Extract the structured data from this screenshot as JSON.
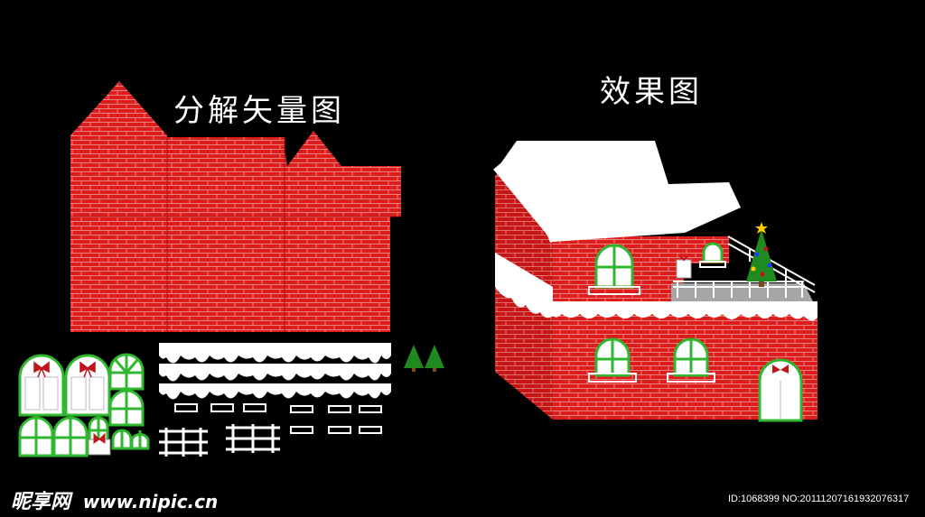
{
  "titles": {
    "exploded": "分解矢量图",
    "preview": "效果图"
  },
  "watermark": {
    "brand": "昵享网",
    "site": "www.nipic.cn",
    "id_text": "ID:1068399 NO:20111207161932076317"
  },
  "colors": {
    "background": "#000000",
    "brick": "#dd1c1c",
    "mortar": "#f2a0a0",
    "snow": "#ffffff",
    "window_frame": "#2fb82f",
    "tree": "#1f8a1f",
    "bow": "#c0141b",
    "balcony_floor": "#a6a6a6"
  },
  "icons": [
    "christmas-tree-icon",
    "ribbon-bow-icon",
    "star-icon"
  ]
}
